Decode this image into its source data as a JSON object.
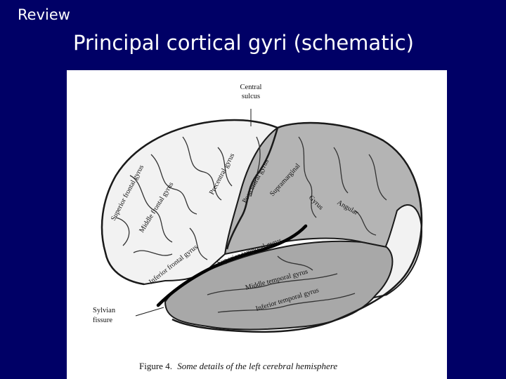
{
  "slide": {
    "section_label": "Review",
    "title": "Principal cortical gyri (schematic)"
  },
  "figure": {
    "labels": {
      "central_sulcus_line1": "Central",
      "central_sulcus_line2": "sulcus",
      "sylvian_line1": "Sylvian",
      "sylvian_line2": "fissure",
      "superior_frontal": "Superior frontal gyrus",
      "middle_frontal": "Middle frontal gyrus",
      "precentral": "Precentral gyrus",
      "postcentral": "Postcentral gyrus",
      "supramarginal": "Supramarginal",
      "gyrus_word": "Gyrus",
      "angular": "Angular",
      "inferior_frontal": "Inferior frontal gyrus",
      "superior_temporal": "Superior temporal gyrus",
      "middle_temporal": "Middle temporal gyrus",
      "inferior_temporal": "Inferior temporal gyrus"
    },
    "caption_prefix": "Figure 4.",
    "caption_text": "Some details of the left cerebral hemisphere",
    "colors": {
      "frontal": "#f2f2f2",
      "parietal": "#b4b4b4",
      "temporal": "#a8a8a8",
      "occipital_light": "#f2f2f2",
      "outline": "#1a1a1a"
    }
  }
}
